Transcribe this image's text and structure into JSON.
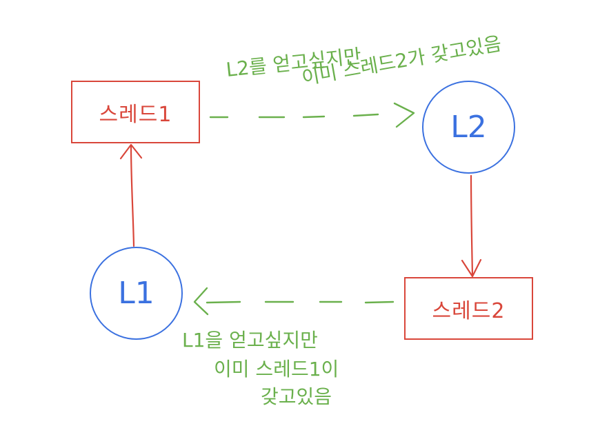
{
  "nodes": {
    "thread1": {
      "label": "스레드1"
    },
    "thread2": {
      "label": "스레드2"
    },
    "lock1": {
      "label": "L1"
    },
    "lock2": {
      "label": "L2"
    }
  },
  "notes": {
    "top": {
      "line1": "L2를 얻고싶지만",
      "line2": "이미 스레드2가 갖고있음"
    },
    "bottom": {
      "line1": "L1을 얻고싶지만",
      "line2": "이미 스레드1이",
      "line3": "갖고있음"
    }
  },
  "colors": {
    "thread": "#d9463a",
    "lock": "#3b71e0",
    "note": "#6ab04c",
    "background": "#ffffff"
  }
}
